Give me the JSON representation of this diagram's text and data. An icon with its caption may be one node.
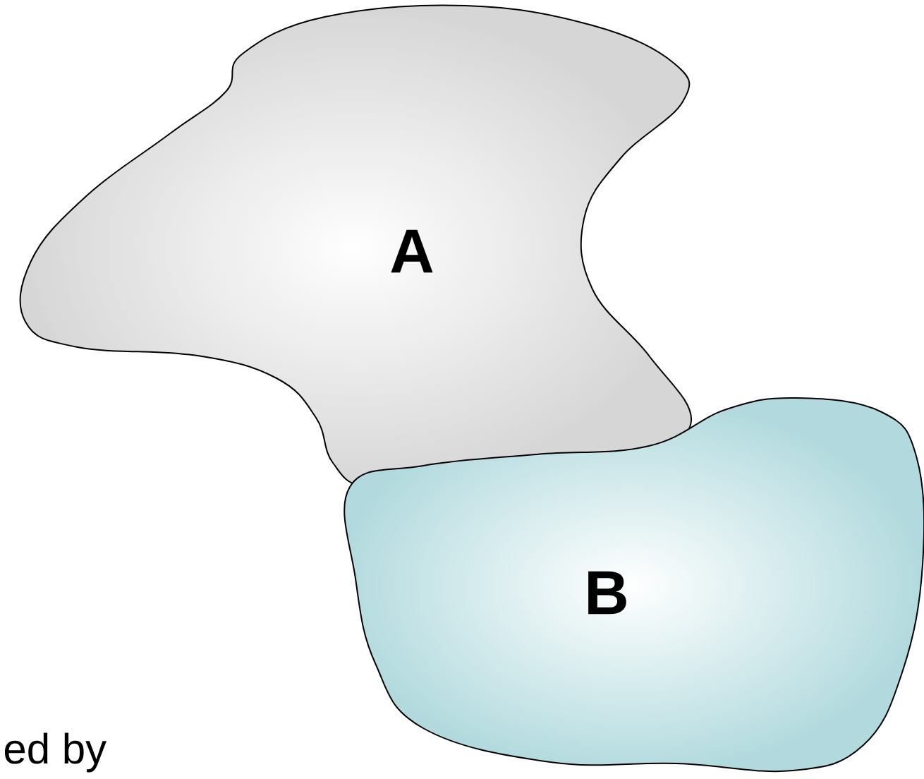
{
  "diagram": {
    "nodes": [
      {
        "text": [
          "A"
        ]
      },
      {
        "text": [
          "B"
        ]
      }
    ],
    "labels": [
      "ed by"
    ]
  }
}
